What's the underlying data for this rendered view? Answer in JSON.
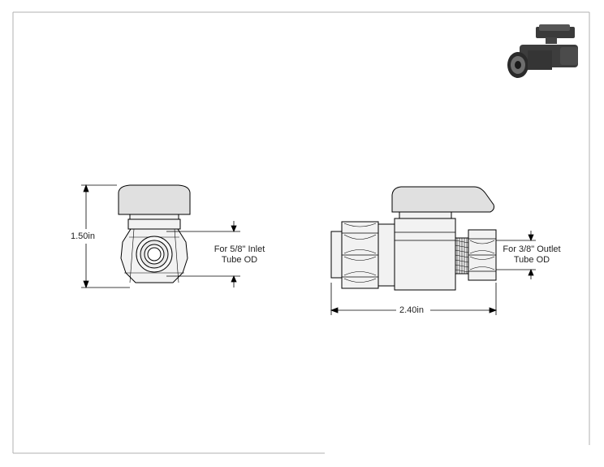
{
  "drawing": {
    "height_dim": "1.50in",
    "length_dim": "2.40in",
    "inlet_note_line1": "For 5/8\" Inlet",
    "inlet_note_line2": "Tube OD",
    "outlet_note_line1": "For 3/8\" Outlet",
    "outlet_note_line2": "Tube OD"
  },
  "colors": {
    "line": "#000000",
    "border": "#b0b0b0",
    "handle_fill": "#e0e0e0",
    "body_fill": "#f2f2f2"
  }
}
